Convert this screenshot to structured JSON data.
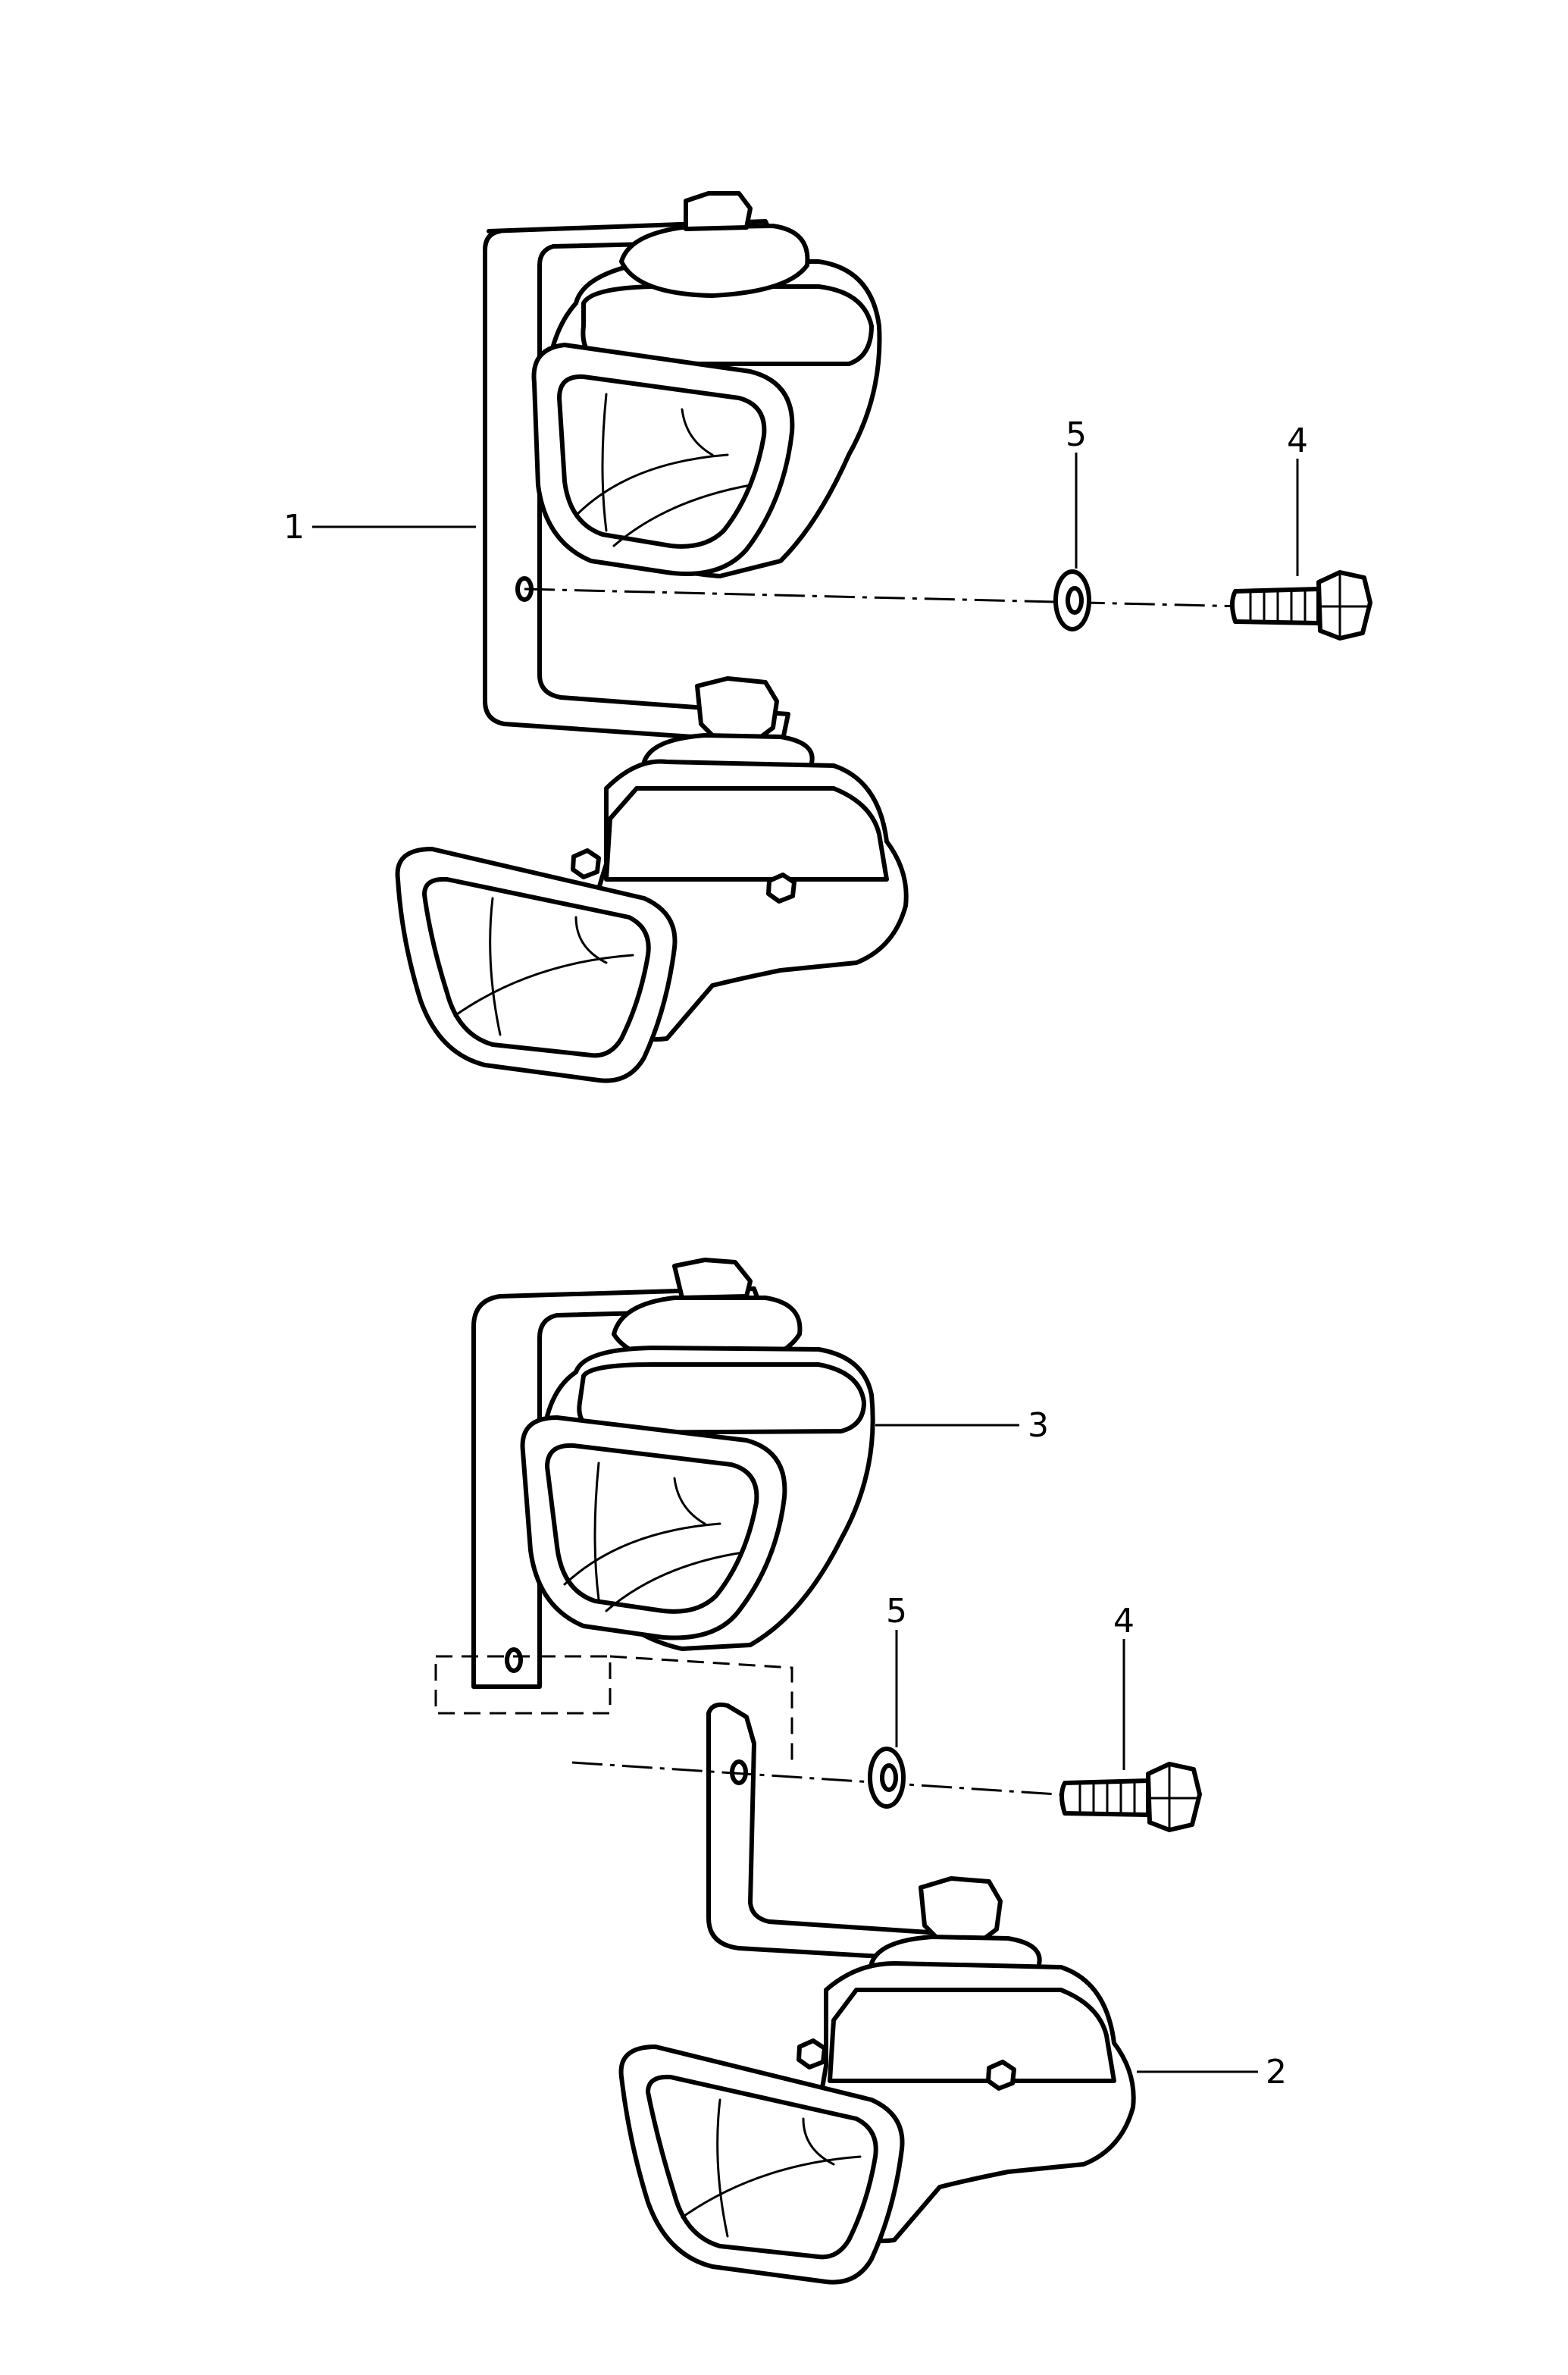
{
  "diagram": {
    "callouts": {
      "top_bracket_horn_assembly": "1",
      "top_washer": "5",
      "top_bolt": "4",
      "bottom_high_horn": "3",
      "bottom_washer": "5",
      "bottom_bolt": "4",
      "bottom_low_horn": "2"
    }
  }
}
